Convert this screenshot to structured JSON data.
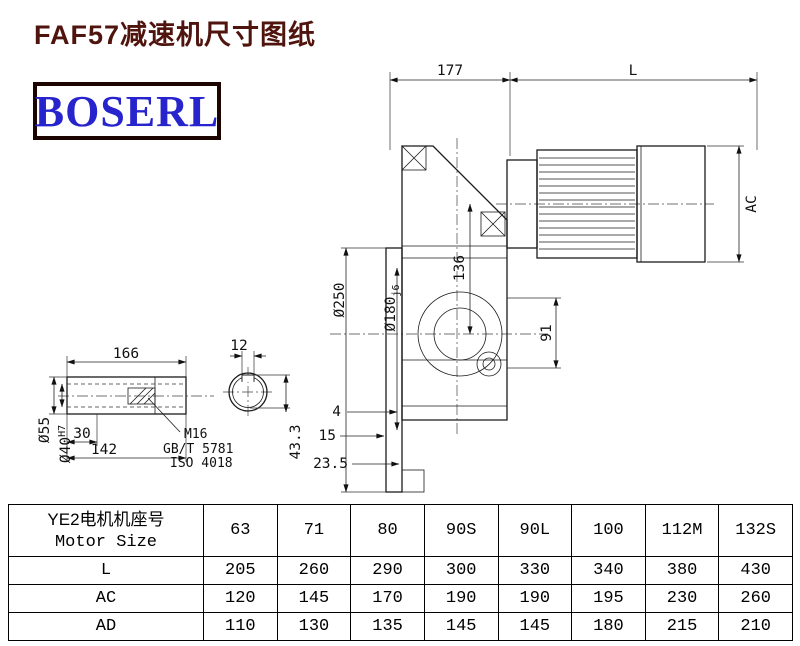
{
  "page": {
    "title": "FAF57减速机尺寸图纸",
    "brand": "BOSERL"
  },
  "drawing": {
    "top_width": "177",
    "motor_length": "L",
    "motor_height": "AC",
    "flange_dia": "Ø250",
    "spigot_dia": "Ø180",
    "spigot_fit": "j6",
    "center_dist": "136",
    "dim_91": "91",
    "dim_4": "4",
    "dim_15": "15",
    "dim_23_5": "23.5",
    "shaft_len": "166",
    "key_width": "12",
    "shaft_od": "Ø55",
    "bore_dia": "Ø40",
    "bore_fit": "H7",
    "dim_30": "30",
    "dim_142": "142",
    "thread": "M16",
    "thread_std1": "GB/T 5781",
    "thread_std2": "ISO 4018",
    "key_depth": "43.3"
  },
  "table": {
    "header_cn": "YE2电机机座号",
    "header_en": "Motor Size",
    "columns": [
      "63",
      "71",
      "80",
      "90S",
      "90L",
      "100",
      "112M",
      "132S"
    ],
    "rows": [
      {
        "label": "L",
        "values": [
          "205",
          "260",
          "290",
          "300",
          "330",
          "340",
          "380",
          "430"
        ]
      },
      {
        "label": "AC",
        "values": [
          "120",
          "145",
          "170",
          "190",
          "190",
          "195",
          "230",
          "260"
        ]
      },
      {
        "label": "AD",
        "values": [
          "110",
          "130",
          "135",
          "145",
          "145",
          "180",
          "215",
          "210"
        ]
      }
    ]
  }
}
